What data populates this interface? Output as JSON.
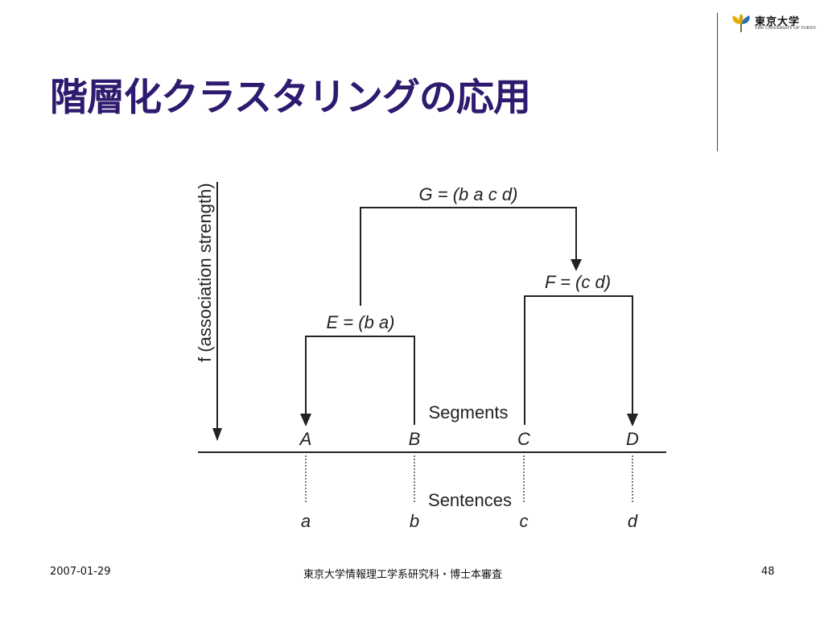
{
  "slide": {
    "title": "階層化クラスタリングの応用",
    "logo": {
      "name_jp": "東京大学",
      "name_en": "THE UNIVERSITY OF TOKYO"
    },
    "footer": {
      "date": "2007-01-29",
      "center": "東京大学情報理工学系研究科・博士本審査",
      "page": "48"
    }
  },
  "diagram": {
    "axis_label": "f (association strength)",
    "clusters": {
      "G": "G = (b a c d)",
      "F": "F = (c d)",
      "E": "E = (b a)"
    },
    "segments_label": "Segments",
    "sentences_label": "Sentences",
    "segments": [
      "A",
      "B",
      "C",
      "D"
    ],
    "sentences": [
      "a",
      "b",
      "c",
      "d"
    ]
  },
  "colors": {
    "title": "#2e1a6e",
    "line": "#222222"
  }
}
